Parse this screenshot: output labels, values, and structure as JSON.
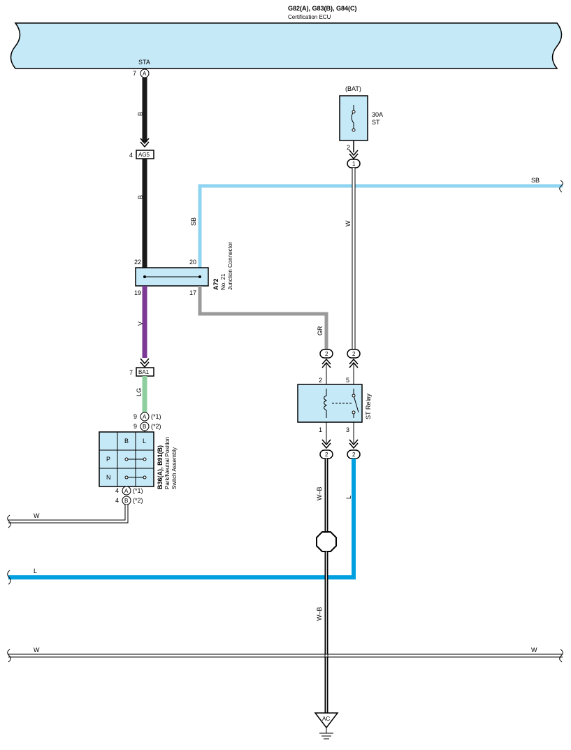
{
  "ecu": {
    "connectors": "G82(A), G83(B), G84(C)",
    "name": "Certification ECU",
    "terminal_name": "STA",
    "pin": "7",
    "pin_letter": "A"
  },
  "connectors": {
    "ag5": {
      "label": "AG5",
      "pin": "4"
    },
    "ba1": {
      "label": "BA1",
      "pin": "7"
    }
  },
  "junction": {
    "code": "A72",
    "name_line1": "No. 21",
    "name_line2": "Junction Connector",
    "pin_tl": "22",
    "pin_tr": "20",
    "pin_bl": "19",
    "pin_br": "17"
  },
  "fuse": {
    "source": "(BAT)",
    "rating": "30A",
    "name": "ST",
    "pin": "2",
    "inline_pin": "1"
  },
  "relay": {
    "name": "ST Relay",
    "pin_2": "2",
    "pin_5": "5",
    "pin_1": "1",
    "pin_3": "3",
    "in_conn_left": "2",
    "in_conn_right": "2",
    "out_conn_left": "2",
    "out_conn_right": "2"
  },
  "switch": {
    "code": "B36(A), B91(B)",
    "name_line1": "Park/Neutral Position",
    "name_line2": "Switch Assembly",
    "header_b": "B",
    "header_l": "L",
    "row_p": "P",
    "row_n": "N",
    "top_pin_a": "9",
    "top_pin_b": "9",
    "top_letter_a": "A",
    "top_letter_b": "B",
    "top_note_a": "(*1)",
    "top_note_b": "(*2)",
    "bot_pin_a": "4",
    "bot_pin_b": "4",
    "bot_letter_a": "A",
    "bot_letter_b": "B",
    "bot_note_a": "(*1)",
    "bot_note_b": "(*2)"
  },
  "wires": {
    "b1": "B",
    "b2": "B",
    "sb_v": "SB",
    "sb_right": "SB",
    "w_fuse": "W",
    "v": "V",
    "lg": "LG",
    "gr": "GR",
    "wb1": "W–B",
    "wb2": "W–B",
    "l_v": "L",
    "w_left": "W",
    "l_left": "L",
    "w_bottom_left": "W",
    "w_bottom_right": "W"
  },
  "ground": {
    "label": "AC"
  },
  "colors": {
    "ecu_fill": "#c6e9f8",
    "component_fill": "#c6e9f8",
    "wire_black": "#1a1a1a",
    "wire_sky_blue": "#8fd4f0",
    "wire_gray": "#9a9a9a",
    "wire_violet": "#7b3a96",
    "wire_light_green": "#8fcf9f",
    "wire_blue": "#00a0e0"
  }
}
